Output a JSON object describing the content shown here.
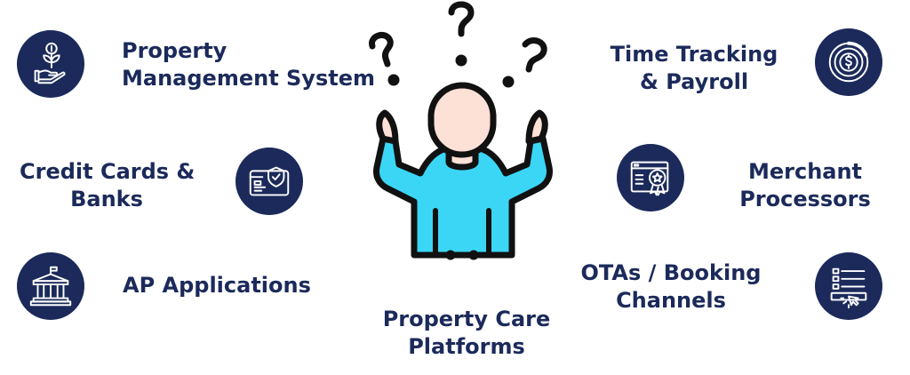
{
  "colors": {
    "navy": "#1b2a5a",
    "shirt": "#3bd6f5",
    "skin": "#fde0d6",
    "outline": "#111111",
    "white": "#ffffff"
  },
  "items": {
    "pms": {
      "line1": "Property",
      "line2": "Management System",
      "icon": "plant-hand-coin-icon"
    },
    "cards": {
      "line1": "Credit Cards &",
      "line2": "Banks",
      "icon": "credit-card-shield-icon"
    },
    "ap": {
      "line1": "AP Applications",
      "icon": "bank-building-icon"
    },
    "care": {
      "line1": "Property Care",
      "line2": "Platforms"
    },
    "time": {
      "line1": "Time Tracking",
      "line2": "& Payroll",
      "icon": "dollar-target-icon"
    },
    "merchant": {
      "line1": "Merchant",
      "line2": "Processors",
      "icon": "badge-window-icon"
    },
    "ota": {
      "line1": "OTAs / Booking",
      "line2": "Channels",
      "icon": "form-click-icon"
    }
  },
  "center": {
    "figure": "confused-person-icon",
    "marks": "question-marks-icon"
  }
}
